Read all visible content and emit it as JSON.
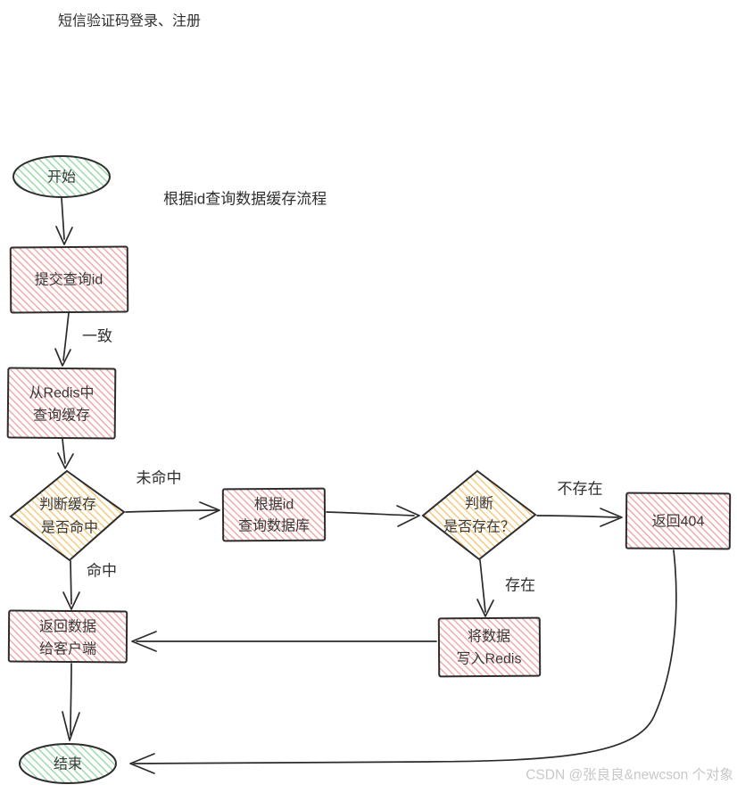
{
  "page": {
    "title": "短信验证码登录、注册",
    "subtitle": "根据id查询数据缓存流程",
    "watermark": "CSDN @张良良&newcson 个对象"
  },
  "nodes": {
    "start": {
      "type": "ellipse",
      "label": "开始"
    },
    "submit_query": {
      "type": "rect",
      "label": "提交查询id"
    },
    "redis_query": {
      "type": "rect",
      "line1": "从Redis中",
      "line2": "查询缓存"
    },
    "cache_hit_decision": {
      "type": "diamond",
      "line1": "判断缓存",
      "line2": "是否命中"
    },
    "db_query": {
      "type": "rect",
      "line1": "根据id",
      "line2": "查询数据库"
    },
    "exists_decision": {
      "type": "diamond",
      "line1": "判断",
      "line2": "是否存在？"
    },
    "return_404": {
      "type": "rect",
      "label": "返回404"
    },
    "write_redis": {
      "type": "rect",
      "line1": "将数据",
      "line2": "写入Redis"
    },
    "return_data": {
      "type": "rect",
      "line1": "返回数据",
      "line2": "给客户端"
    },
    "end": {
      "type": "ellipse",
      "label": "结束"
    }
  },
  "edge_labels": {
    "match": "一致",
    "cache_miss": "未命中",
    "cache_hit": "命中",
    "not_exists": "不存在",
    "exists": "存在"
  },
  "colors": {
    "stroke": "#2e2e2e",
    "red_hatch": "#f2a0a0",
    "yellow_hatch": "#f3c878",
    "green_hatch": "#97d8a6",
    "text": "#3a3a3a",
    "watermark": "#c8c8c8"
  }
}
